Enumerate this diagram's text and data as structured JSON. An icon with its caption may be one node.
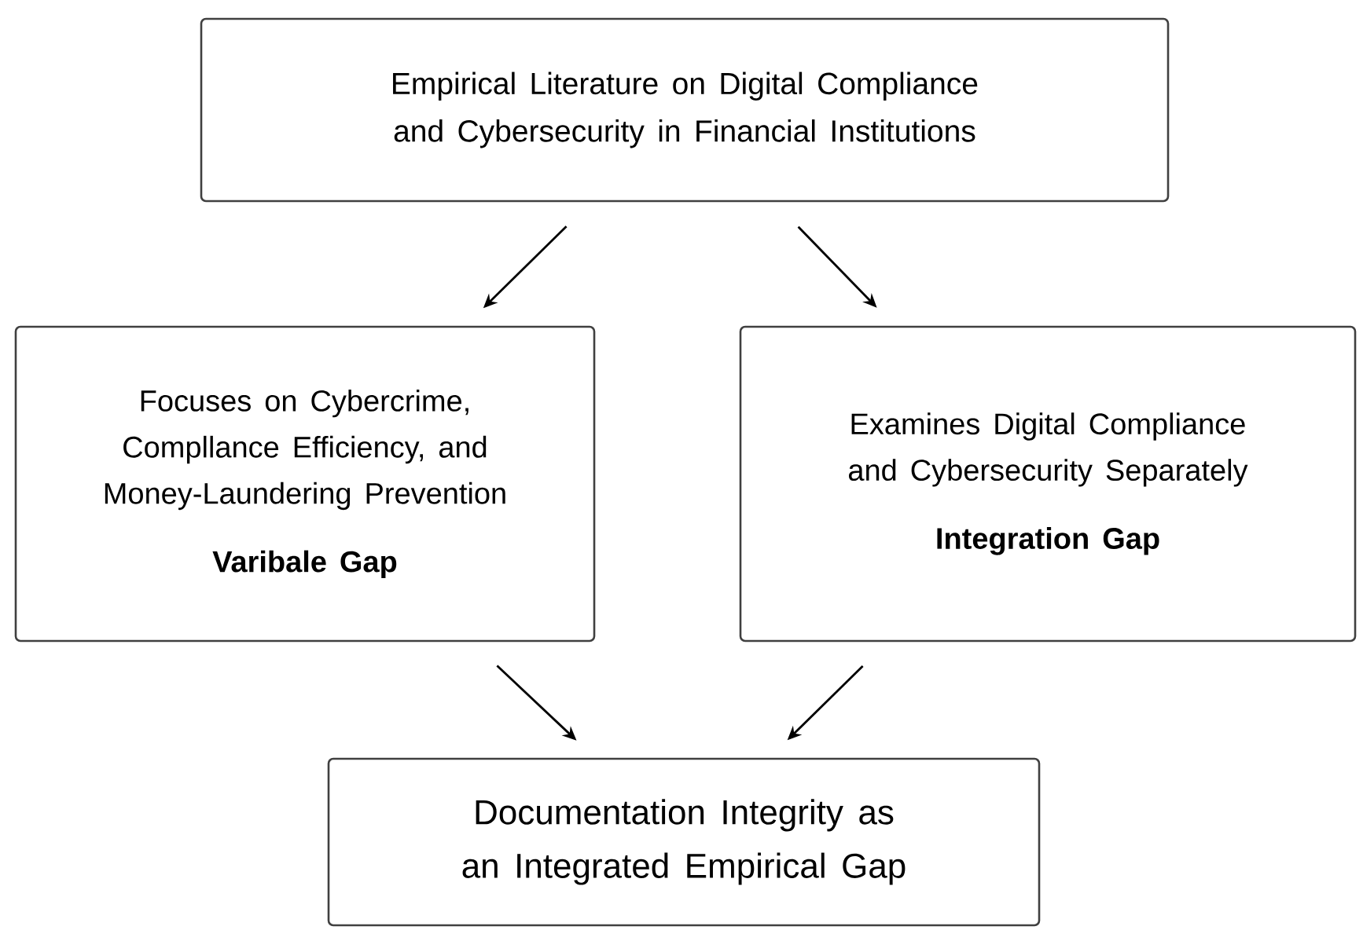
{
  "diagram": {
    "nodes": [
      {
        "text": [
          "Empirical Literature on Digital Compliance and Cybersecurity in Financial Institutions"
        ]
      },
      {
        "text": [
          "Focuses on Cybercrime, Compllance Efficiency, and Money-Laundering Prevention",
          "Varibale Gap"
        ]
      },
      {
        "text": [
          "Examines Digital Compliance and Cybersecurity Separately",
          "Integration Gap"
        ]
      },
      {
        "text": [
          "Documentation Integrity as an Integrated Empirical Gap"
        ]
      }
    ],
    "edges": [
      {
        "from": 0,
        "to": 1,
        "arrow": "to"
      },
      {
        "from": 0,
        "to": 2,
        "arrow": "to"
      },
      {
        "from": 1,
        "to": 3,
        "arrow": "to"
      },
      {
        "from": 2,
        "to": 3,
        "arrow": "to"
      }
    ]
  }
}
